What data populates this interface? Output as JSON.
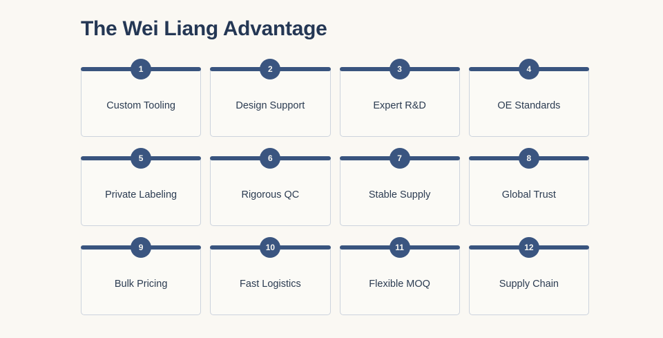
{
  "page": {
    "title": "The Wei Liang Advantage",
    "background_color": "#faf8f3",
    "accent_color": "#39547e",
    "title_color": "#243754",
    "label_color": "#2b3b51",
    "card_background": "#fbfaf6",
    "card_border_color": "#ccd3dd"
  },
  "cards": [
    {
      "number": "1",
      "label": "Custom Tooling"
    },
    {
      "number": "2",
      "label": "Design Support"
    },
    {
      "number": "3",
      "label": "Expert R&D"
    },
    {
      "number": "4",
      "label": "OE Standards"
    },
    {
      "number": "5",
      "label": "Private Labeling"
    },
    {
      "number": "6",
      "label": "Rigorous QC"
    },
    {
      "number": "7",
      "label": "Stable Supply"
    },
    {
      "number": "8",
      "label": "Global Trust"
    },
    {
      "number": "9",
      "label": "Bulk Pricing"
    },
    {
      "number": "10",
      "label": "Fast Logistics"
    },
    {
      "number": "11",
      "label": "Flexible MOQ"
    },
    {
      "number": "12",
      "label": "Supply Chain"
    }
  ]
}
